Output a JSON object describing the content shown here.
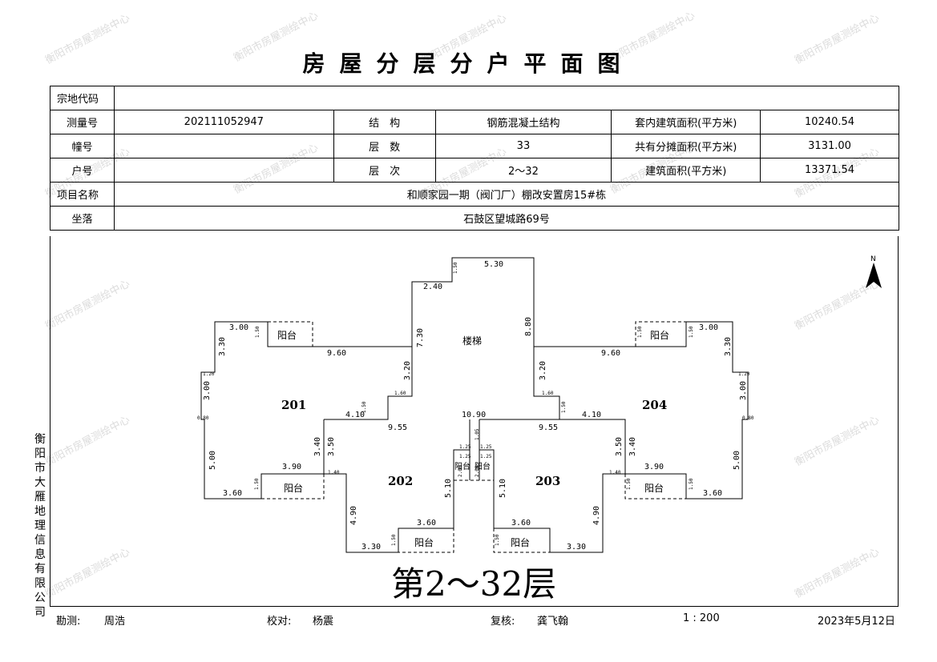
{
  "title": "房屋分层分户平面图",
  "watermark": "衡阳市房屋测绘中心",
  "left_org": "衡阳市大雁地理信息有限公司",
  "table": {
    "r1": {
      "label": "宗地代码",
      "value": ""
    },
    "r2": {
      "label": "测量号",
      "value": "202111052947",
      "label2": "结　构",
      "value2": "钢筋混凝土结构",
      "label3": "套内建筑面积(平方米)",
      "value3": "10240.54"
    },
    "r3": {
      "label": "幢号",
      "value": "",
      "label2": "层　数",
      "value2": "33",
      "label3": "共有分摊面积(平方米)",
      "value3": "3131.00"
    },
    "r4": {
      "label": "户号",
      "value": "",
      "label2": "层　次",
      "value2": "2～32",
      "label3": "建筑面积(平方米)",
      "value3": "13371.54"
    },
    "r5": {
      "label": "项目名称",
      "value": "和顺家园一期（阀门厂）棚改安置房15#栋"
    },
    "r6": {
      "label": "坐落",
      "value": "石鼓区望城路69号"
    }
  },
  "plan": {
    "units": [
      "201",
      "202",
      "203",
      "204"
    ],
    "stair_label": "楼梯",
    "balcony_label": "阳台",
    "north": "N",
    "floor_label": "第2～32层",
    "dims": {
      "d530": "5.30",
      "d240": "2.40",
      "d730": "7.30",
      "d880": "8.80",
      "d300": "3.00",
      "d330": "3.30",
      "d320": "3.20",
      "d960": "9.60",
      "d410": "4.10",
      "d1090": "10.90",
      "d955": "9.55",
      "d350": "3.50",
      "d340": "3.40",
      "d390": "3.90",
      "d500": "5.00",
      "d360": "3.60",
      "d490": "4.90",
      "d510": "5.10",
      "d150": "1.50",
      "d160": "1.60",
      "d120": "1.20",
      "d200": "2.00",
      "d140": "1.40",
      "d130": "1.30",
      "d105": "1.05",
      "d125": "1.25",
      "d080": "0.80"
    }
  },
  "footer": {
    "surveyor_label": "勘测:",
    "surveyor": "周浩",
    "checker_label": "校对:",
    "checker": "杨震",
    "reviewer_label": "复核:",
    "reviewer": "龚飞翰",
    "scale": "1 : 200",
    "date": "2023年5月12日"
  }
}
